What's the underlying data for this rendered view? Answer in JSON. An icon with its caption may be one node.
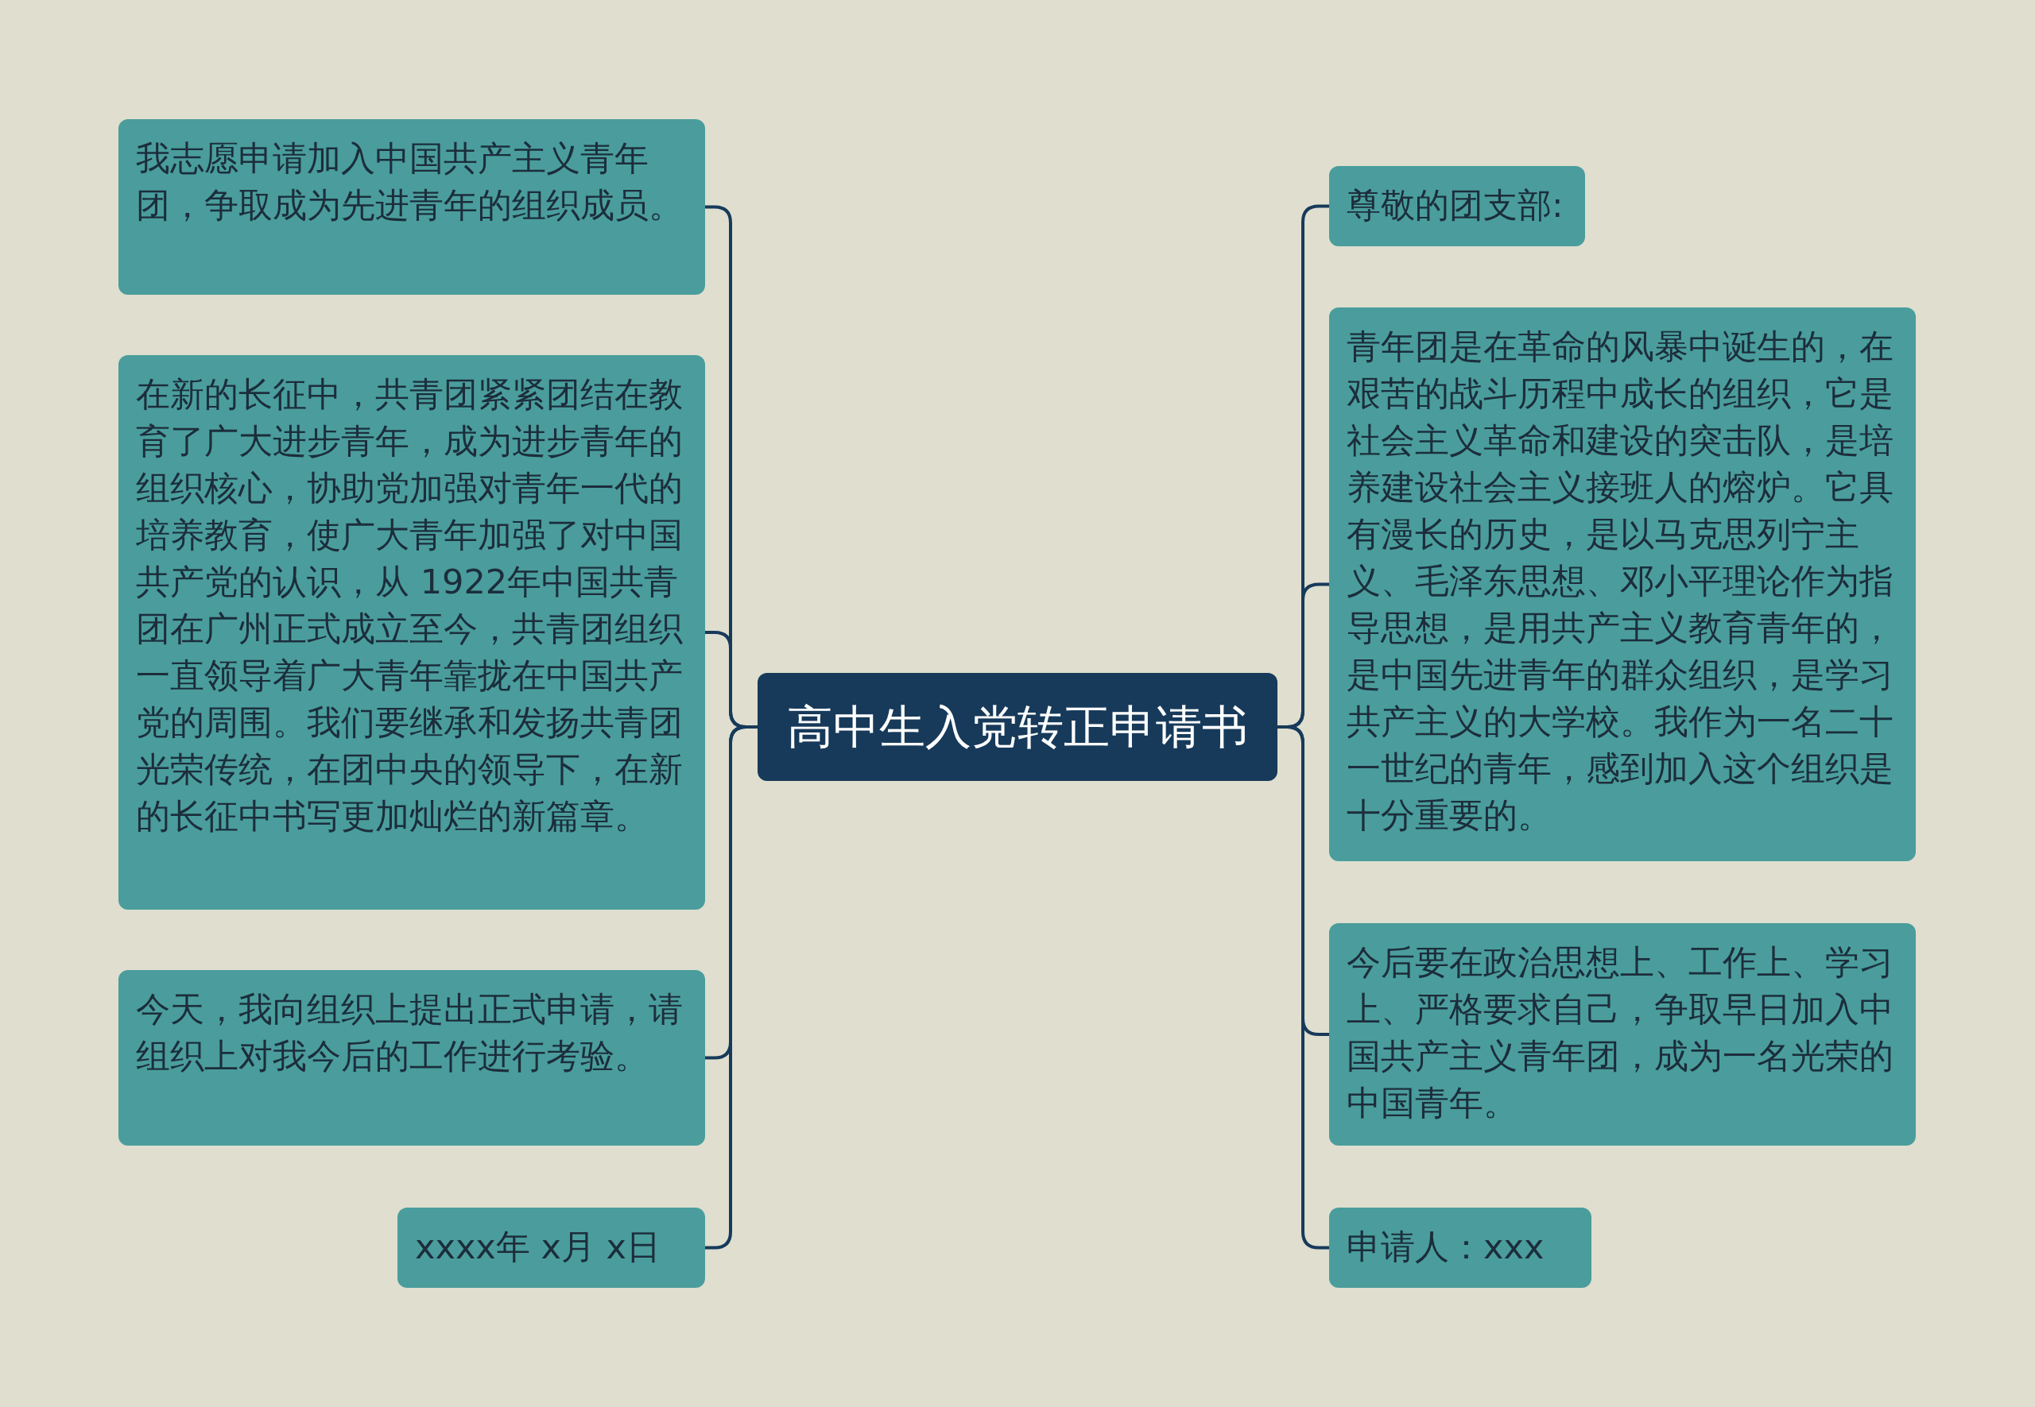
{
  "diagram": {
    "nodes": [
      {
        "text": [
          "高中生入党转正申请书"
        ]
      },
      {
        "text": [
          "我志愿申请加入中国共产主义青年团，争取成为先进青年的组织成员。"
        ]
      },
      {
        "text": [
          "在新的长征中，共青团紧紧团结在教育了广大进步青年，成为进步青年的组织核心，协助党加强对青年一代的培养教育，使广大青年加强了对中国共产党的认识，从 1922年中国共青团在广州正式成立至今，共青团组织一直领导着广大青年靠拢在中国共产党的周围。我们要继承和发扬共青团光荣传统，在团中央的领导下，在新的长征中书写更加灿烂的新篇章。"
        ]
      },
      {
        "text": [
          "今天，我向组织上提出正式申请，请组织上对我今后的工作进行考验。"
        ]
      },
      {
        "text": [
          "xxxx年 x月 x日"
        ]
      },
      {
        "text": [
          "尊敬的团支部:"
        ]
      },
      {
        "text": [
          "青年团是在革命的风暴中诞生的，在艰苦的战斗历程中成长的组织，它是社会主义革命和建设的突击队，是培养建设社会主义接班人的熔炉。它具有漫长的历史，是以马克思列宁主义、毛泽东思想、邓小平理论作为指导思想，是用共产主义教育青年的，是中国先进青年的群众组织，是学习共产主义的大学校。我作为一名二十一世纪的青年，感到加入这个组织是十分重要的。"
        ]
      },
      {
        "text": [
          "今后要在政治思想上、工作上、学习上、严格要求自己，争取早日加入中国共产主义青年团，成为一名光荣的中国青年。"
        ]
      },
      {
        "text": [
          "申请人：xxx"
        ]
      }
    ],
    "edges": [
      {
        "from": 0,
        "to": 1,
        "arrow": "none"
      },
      {
        "from": 0,
        "to": 2,
        "arrow": "none"
      },
      {
        "from": 0,
        "to": 3,
        "arrow": "none"
      },
      {
        "from": 0,
        "to": 4,
        "arrow": "none"
      },
      {
        "from": 0,
        "to": 5,
        "arrow": "none"
      },
      {
        "from": 0,
        "to": 6,
        "arrow": "none"
      },
      {
        "from": 0,
        "to": 7,
        "arrow": "none"
      },
      {
        "from": 0,
        "to": 8,
        "arrow": "none"
      }
    ]
  }
}
